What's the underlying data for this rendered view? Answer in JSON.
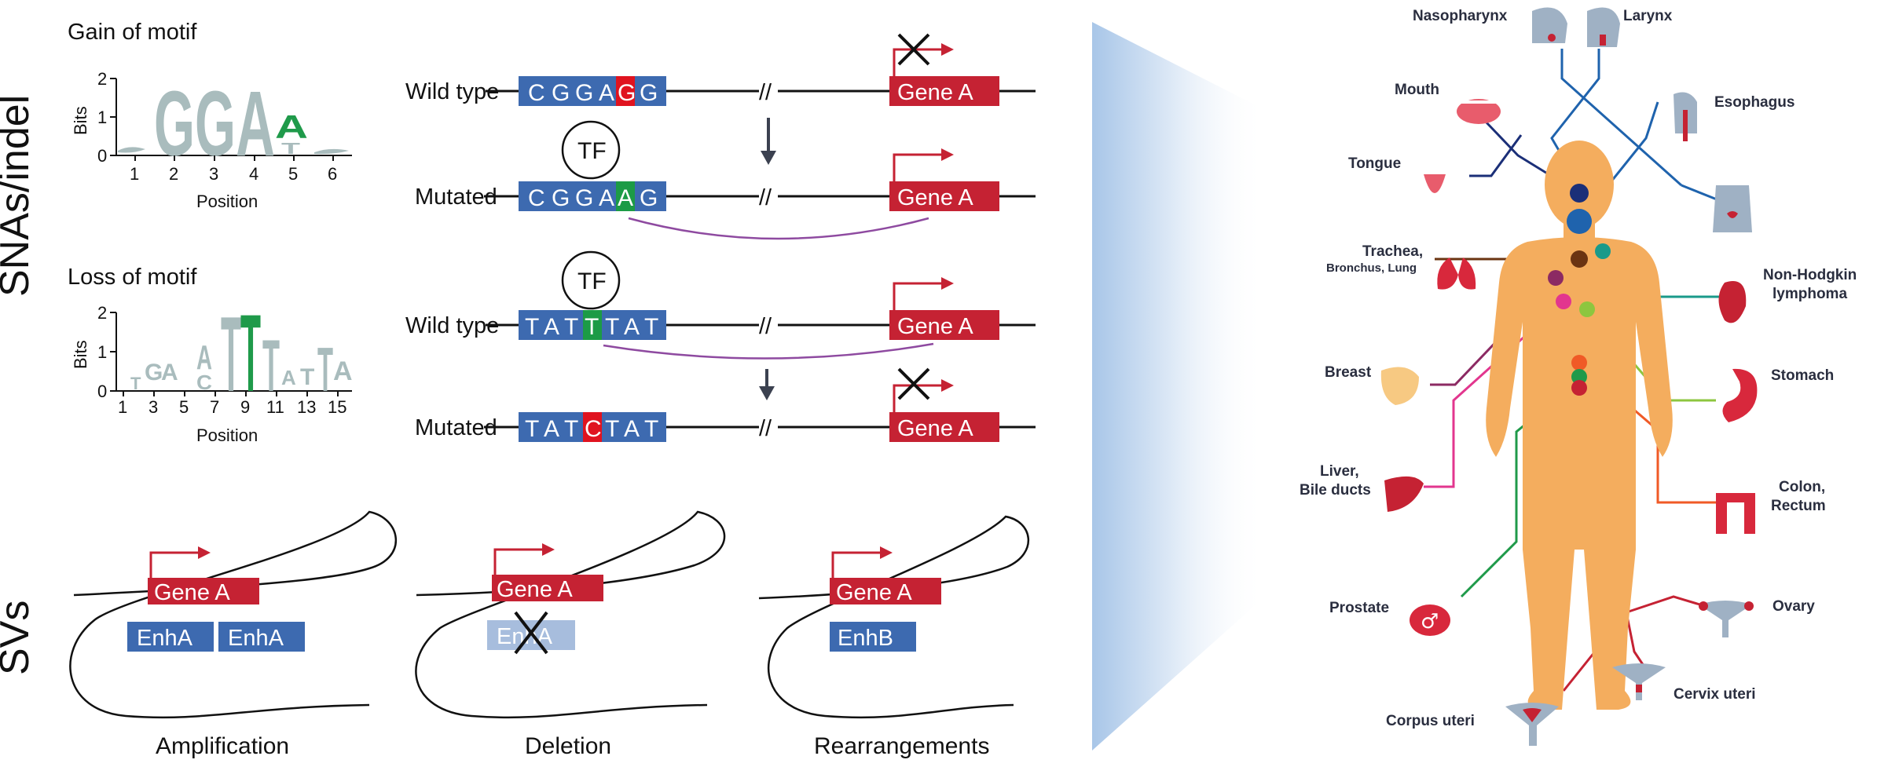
{
  "sections": {
    "snas": "SNAs/indel",
    "svs": "SVs"
  },
  "motif_gain": {
    "title": "Gain of motif",
    "y_axis": "Bits",
    "y_ticks": [
      "0",
      "1",
      "2"
    ],
    "x_axis": "Position",
    "x_ticks": [
      "1",
      "2",
      "3",
      "4",
      "5",
      "6"
    ],
    "logo_letters": [
      "G",
      "G",
      "A",
      "A",
      "T"
    ]
  },
  "motif_loss": {
    "title": "Loss of motif",
    "y_axis": "Bits",
    "y_ticks": [
      "0",
      "1",
      "2"
    ],
    "x_axis": "Position",
    "x_ticks": [
      "1",
      "3",
      "5",
      "7",
      "9",
      "11",
      "13",
      "15"
    ],
    "logo_letters": [
      "T",
      "G",
      "A",
      "A",
      "C",
      "T",
      "T",
      "T",
      "A",
      "T",
      "T",
      "A"
    ]
  },
  "snv_examples": [
    {
      "label": "Wild type",
      "sequence": [
        "C",
        "G",
        "G",
        "A",
        "G",
        "G"
      ],
      "gene": "Gene A",
      "tf": ""
    },
    {
      "label": "Mutated",
      "sequence": [
        "C",
        "G",
        "G",
        "A",
        "A",
        "G"
      ],
      "gene": "Gene A",
      "tf": "TF"
    },
    {
      "label": "Wild type",
      "sequence": [
        "T",
        "A",
        "T",
        "T",
        "T",
        "A",
        "T"
      ],
      "gene": "Gene A",
      "tf": "TF"
    },
    {
      "label": "Mutated",
      "sequence": [
        "T",
        "A",
        "T",
        "C",
        "T",
        "A",
        "T"
      ],
      "gene": "Gene A",
      "tf": ""
    }
  ],
  "break_mark": "//",
  "sv_examples": [
    {
      "caption": "Amplification",
      "gene": "Gene A",
      "enhancers": [
        "EnhA",
        "EnhA"
      ]
    },
    {
      "caption": "Deletion",
      "gene": "Gene A",
      "enhancers": [
        "EnhA"
      ]
    },
    {
      "caption": "Rearrangements",
      "gene": "Gene A",
      "enhancers": [
        "EnhB"
      ]
    }
  ],
  "organs": {
    "nasopharynx": "Nasopharynx",
    "larynx": "Larynx",
    "mouth": "Mouth",
    "esophagus": "Esophagus",
    "tongue": "Tongue",
    "trachea": [
      "Trachea,",
      "Bronchus, Lung"
    ],
    "lymphoma": [
      "Non-Hodgkin",
      "lymphoma"
    ],
    "breast": "Breast",
    "stomach": "Stomach",
    "liver": [
      "Liver,",
      "Bile ducts"
    ],
    "colon": [
      "Colon,",
      "Rectum"
    ],
    "prostate": "Prostate",
    "ovary": "Ovary",
    "cervix": "Cervix uteri",
    "corpus": "Corpus uteri"
  },
  "colors": {
    "seq_blue": "#3d6ab0",
    "gene_red": "#c52233",
    "highlight_red": "#e0131f",
    "highlight_green": "#1c9b46",
    "bond_purple": "#8e4aa0",
    "logo_gray": "#a9bcbd",
    "logo_green": "#1f9a4a",
    "body_orange": "#f4ad5e",
    "deleted_blue": "#a7bddd"
  }
}
